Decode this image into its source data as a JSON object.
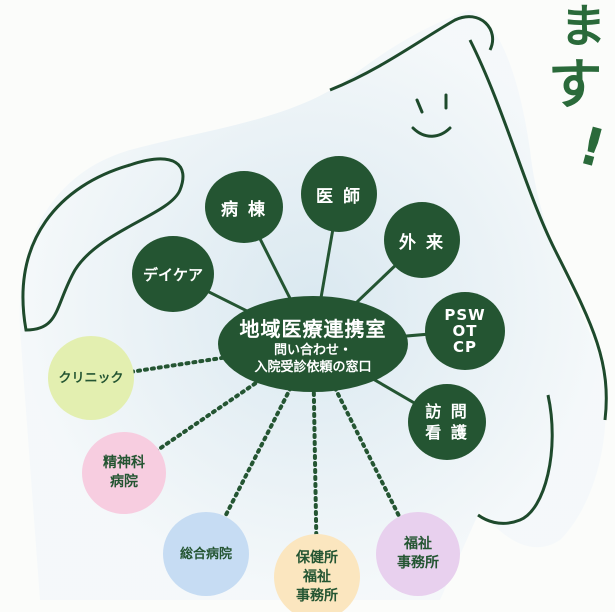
{
  "center": {
    "title": "地域医療連携室",
    "subtitle_line1": "問い合わせ・",
    "subtitle_line2": "入院受診依頼の窓口"
  },
  "internal_nodes": [
    {
      "id": "ward",
      "label": "病 棟"
    },
    {
      "id": "doctor",
      "label": "医 師"
    },
    {
      "id": "outpatient",
      "label": "外 来"
    },
    {
      "id": "daycare",
      "label": "デイケア"
    },
    {
      "id": "staff",
      "lines": [
        "PSW",
        "OT",
        "CP"
      ]
    },
    {
      "id": "visit",
      "lines": [
        "訪 問",
        "看 護"
      ]
    }
  ],
  "external_nodes": [
    {
      "id": "clinic",
      "lines": [
        "クリニック"
      ],
      "color": "#e3efb0"
    },
    {
      "id": "psych",
      "lines": [
        "精神科",
        "病院"
      ],
      "color": "#f7cde0"
    },
    {
      "id": "general",
      "lines": [
        "総合病院"
      ],
      "color": "#c6dcf3"
    },
    {
      "id": "health",
      "lines": [
        "保健所",
        "福祉",
        "事務所"
      ],
      "color": "#fbe6bf"
    },
    {
      "id": "welfare",
      "lines": [
        "福祉",
        "事務所"
      ],
      "color": "#e8d0ee"
    }
  ],
  "deco_text": {
    "ya": "ま",
    "su": "す",
    "bang": "!"
  },
  "colors": {
    "dark": "#245532",
    "outline": "#1e4a2c",
    "aura": "#dbe9f1"
  }
}
